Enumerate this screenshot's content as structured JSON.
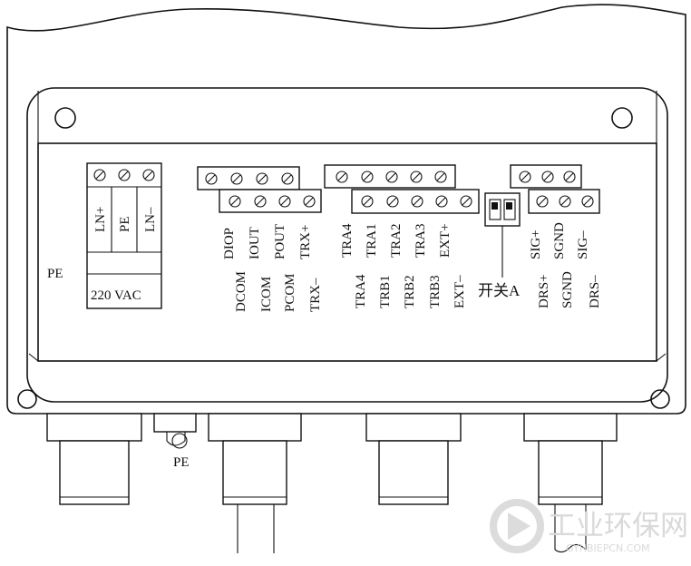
{
  "pe_left": "PE",
  "pe_bottom": "PE",
  "power": {
    "terminals": [
      "LN+",
      "PE",
      "LN–"
    ],
    "voltage": "220 VAC"
  },
  "group1_upper": [
    "DIOP",
    "IOUT",
    "POUT",
    "TRX+"
  ],
  "group1_lower": [
    "DCOM",
    "ICOM",
    "PCOM",
    "TRX–"
  ],
  "group2_upper": [
    "TRA4",
    "TRA1",
    "TRA2",
    "TRA3",
    "EXT+"
  ],
  "group2_lower": [
    "TRA4",
    "TRB1",
    "TRB2",
    "TRB3",
    "EXT–"
  ],
  "switch_label": "开关A",
  "group3_upper": [
    "SIG+",
    "SGND",
    "SIG–"
  ],
  "group3_lower": [
    "DRS+",
    "SGND",
    "DRS–"
  ],
  "watermark": {
    "title": "工业环保网",
    "url": "GYHBIEPCN.COM"
  }
}
